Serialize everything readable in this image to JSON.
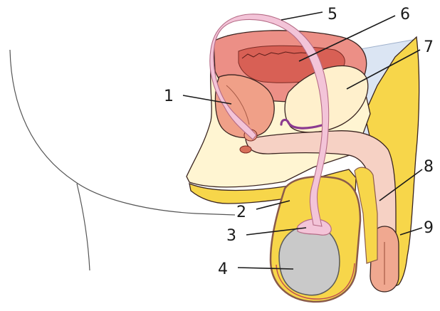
{
  "labels": [
    {
      "id": "1",
      "text": "1"
    },
    {
      "id": "2",
      "text": "2"
    },
    {
      "id": "3",
      "text": "3"
    },
    {
      "id": "4",
      "text": "4"
    },
    {
      "id": "5",
      "text": "5"
    },
    {
      "id": "6",
      "text": "6"
    },
    {
      "id": "7",
      "text": "7"
    },
    {
      "id": "8",
      "text": "8"
    },
    {
      "id": "9",
      "text": "9"
    }
  ],
  "colors": {
    "skin_outline": "#8a5a4a",
    "fat_yellow": "#f7d64a",
    "cream": "#fff5d2",
    "bladder_outer": "#ec8f86",
    "bladder_inner": "#d86055",
    "prostate": "#f0a088",
    "vas_deferens": "#f3c4d8",
    "vas_outline": "#b56b86",
    "testis": "#c9c9c9",
    "urethra_shaft": "#f6d1c4",
    "glans": "#f0a890",
    "pubic_bone_blue": "#dbe5f3",
    "ejaculatory_duct": "#8b3a90"
  }
}
